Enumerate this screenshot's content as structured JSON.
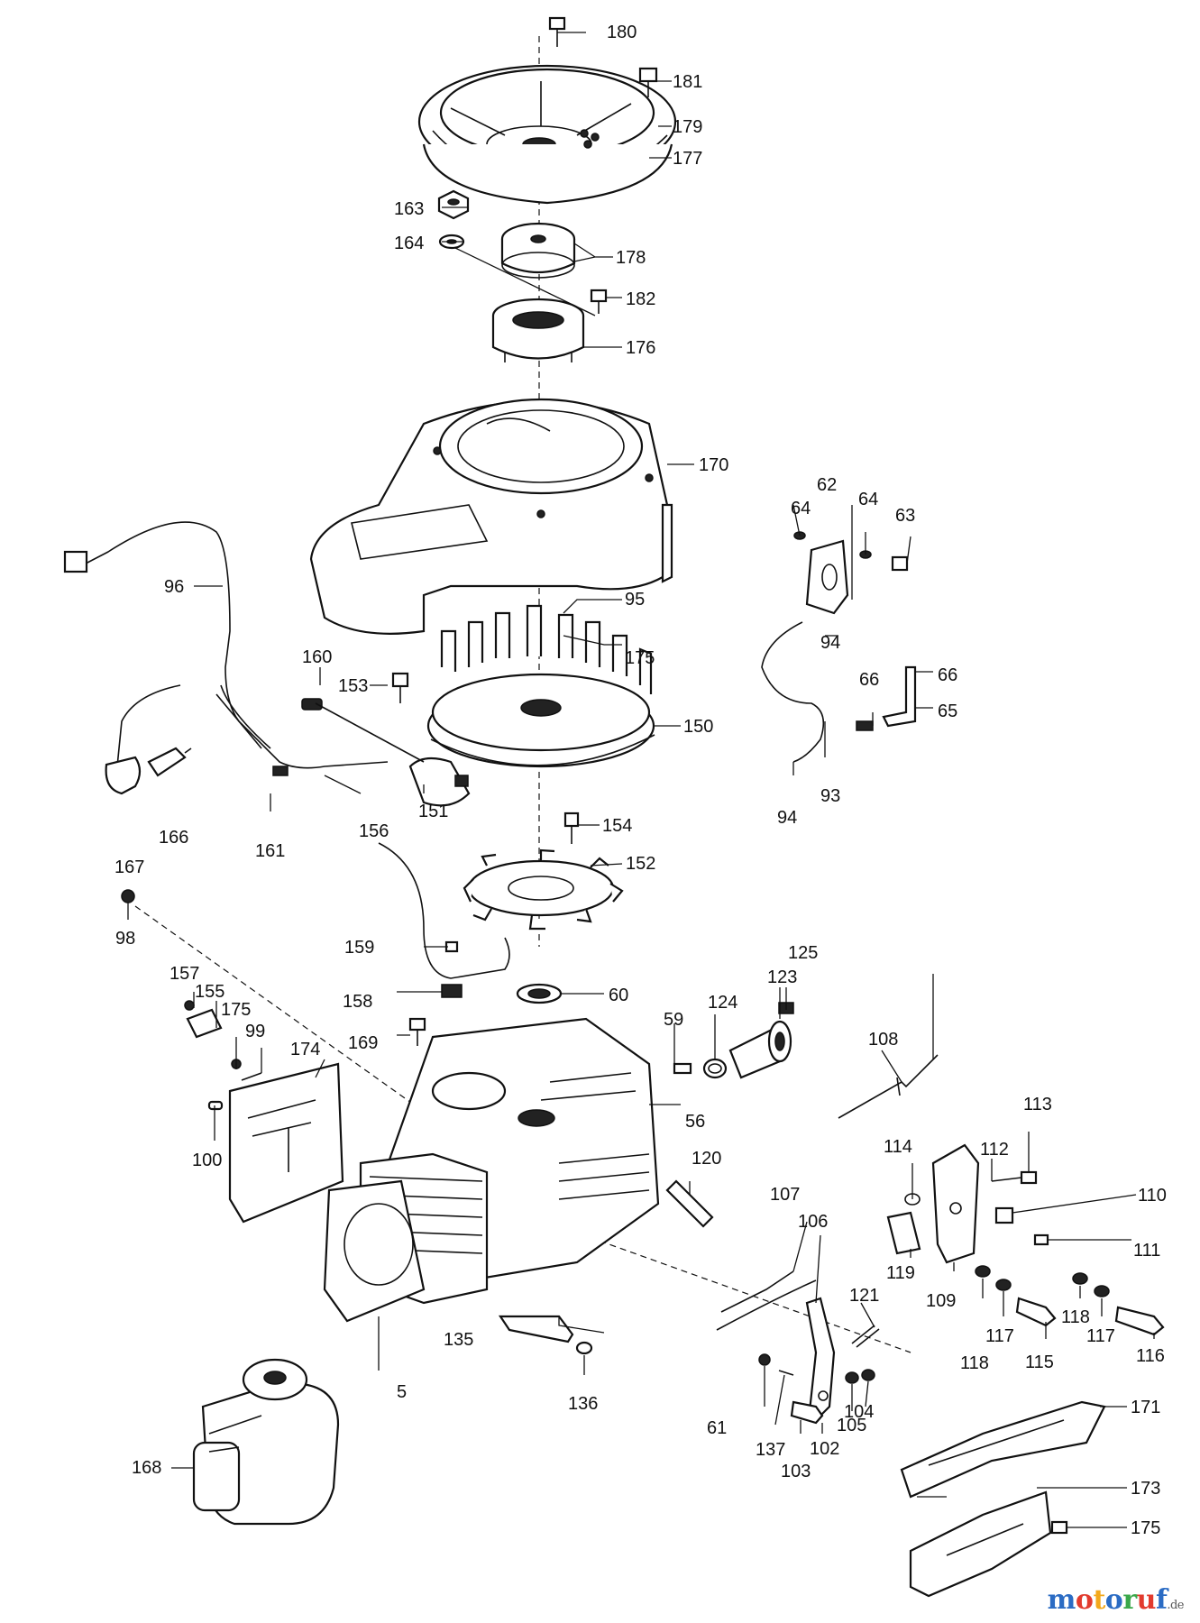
{
  "watermark": {
    "letters": [
      "m",
      "o",
      "t",
      "o",
      "r",
      "u",
      "f"
    ],
    "colors": [
      "#2b6cc4",
      "#e23b2e",
      "#f3a81b",
      "#2b6cc4",
      "#3aa84a",
      "#e23b2e",
      "#2b6cc4"
    ],
    "suffix": ".de"
  },
  "callouts": {
    "c5": "5",
    "c56": "56",
    "c59": "59",
    "c60": "60",
    "c61": "61",
    "c62": "62",
    "c63": "63",
    "c64a": "64",
    "c64b": "64",
    "c65": "65",
    "c66a": "66",
    "c66b": "66",
    "c93": "93",
    "c94a": "94",
    "c94b": "94",
    "c95": "95",
    "c96": "96",
    "c98": "98",
    "c99": "99",
    "c100": "100",
    "c102": "102",
    "c103": "103",
    "c104": "104",
    "c105": "105",
    "c106": "106",
    "c107": "107",
    "c108": "108",
    "c109": "109",
    "c110": "110",
    "c111": "111",
    "c112": "112",
    "c113": "113",
    "c114": "114",
    "c115": "115",
    "c116": "116",
    "c117a": "117",
    "c117b": "117",
    "c118a": "118",
    "c118b": "118",
    "c119": "119",
    "c120": "120",
    "c121": "121",
    "c123": "123",
    "c124": "124",
    "c125": "125",
    "c135": "135",
    "c136": "136",
    "c137": "137",
    "c150": "150",
    "c151": "151",
    "c152": "152",
    "c153": "153",
    "c154": "154",
    "c155": "155",
    "c156": "156",
    "c157": "157",
    "c158": "158",
    "c159": "159",
    "c160": "160",
    "c161": "161",
    "c163": "163",
    "c164": "164",
    "c166": "166",
    "c167": "167",
    "c168": "168",
    "c169": "169",
    "c170": "170",
    "c171": "171",
    "c173": "173",
    "c174": "174",
    "c175a": "175",
    "c175b": "175",
    "c175c": "175",
    "c176": "176",
    "c177": "177",
    "c178": "178",
    "c179": "179",
    "c180": "180",
    "c181": "181",
    "c182": "182"
  }
}
